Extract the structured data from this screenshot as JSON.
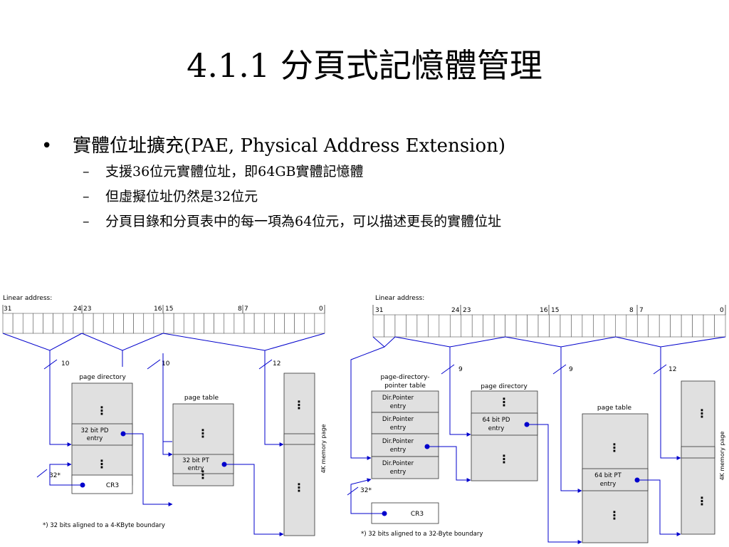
{
  "title": "4.1.1 分頁式記憶體管理",
  "bullet": {
    "marker": "•",
    "text": "實體位址擴充(PAE, Physical Address Extension)",
    "sub_marker": "–",
    "subs": [
      "支援36位元實體位址，即64GB實體記憶體",
      "但虛擬位址仍然是32位元",
      "分頁目錄和分頁表中的每一項為64位元，可以描述更長的實體位址"
    ]
  },
  "left_diagram": {
    "linear_address": "Linear address:",
    "bit_labels": [
      "31",
      "24",
      "23",
      "16",
      "15",
      "8",
      "7",
      "0"
    ],
    "field_widths": [
      "10",
      "10",
      "12"
    ],
    "page_directory": "page directory",
    "pd_entry": [
      "32 bit PD",
      "entry"
    ],
    "page_table": "page table",
    "pt_entry": [
      "32 bit PT",
      "entry"
    ],
    "memory_page": "4K memory page",
    "cr3_width": "32*",
    "cr3": "CR3",
    "footnote": "*) 32 bits aligned to a 4-KByte boundary"
  },
  "right_diagram": {
    "linear_address": "Linear address:",
    "bit_labels": [
      "31",
      "24",
      "23",
      "16",
      "15",
      "8",
      "7",
      "0"
    ],
    "field_widths": [
      "9",
      "9",
      "12"
    ],
    "pdpt_title": [
      "page-directory-",
      "pointer table"
    ],
    "dir_pointer_entry": [
      "Dir.Pointer",
      "entry"
    ],
    "page_directory": "page directory",
    "pd_entry": [
      "64 bit PD",
      "entry"
    ],
    "page_table": "page table",
    "pt_entry": [
      "64 bit PT",
      "entry"
    ],
    "memory_page": "4K memory page",
    "cr3_width": "32*",
    "cr3": "CR3",
    "footnote": "*) 32 bits aligned to a 32-Byte boundary"
  },
  "colors": {
    "arrow": "#0000cc",
    "table_fill": "#e0e0e0",
    "border": "#333333"
  },
  "icons": {
    "ellipsis": "vertical-ellipsis-icon",
    "pointer_dot": "pointer-dot-icon"
  }
}
